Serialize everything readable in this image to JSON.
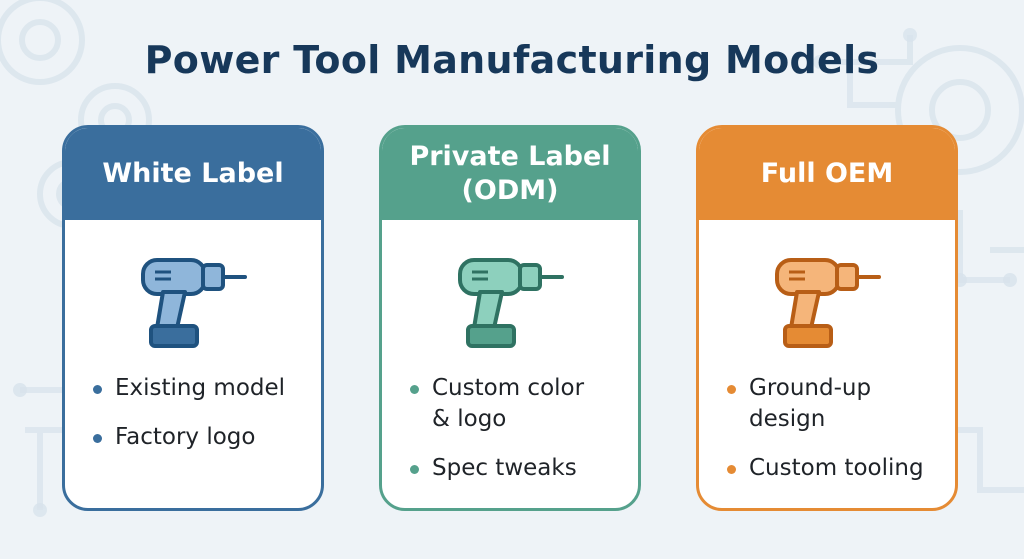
{
  "title": "Power Tool Manufacturing Models",
  "colors": {
    "background": "#eef3f7",
    "title": "#17385a",
    "blue": "#3a6e9d",
    "green": "#55a18c",
    "orange": "#e58b34"
  },
  "cards": [
    {
      "label": "White Label",
      "icon": "drill-icon",
      "features": [
        "Existing model",
        "Factory logo"
      ]
    },
    {
      "label": "Private Label\n(ODM)",
      "icon": "drill-icon",
      "features": [
        "Custom color\n& logo",
        "Spec tweaks"
      ]
    },
    {
      "label": "Full OEM",
      "icon": "drill-icon",
      "features": [
        "Ground-up\ndesign",
        "Custom tooling"
      ]
    }
  ]
}
